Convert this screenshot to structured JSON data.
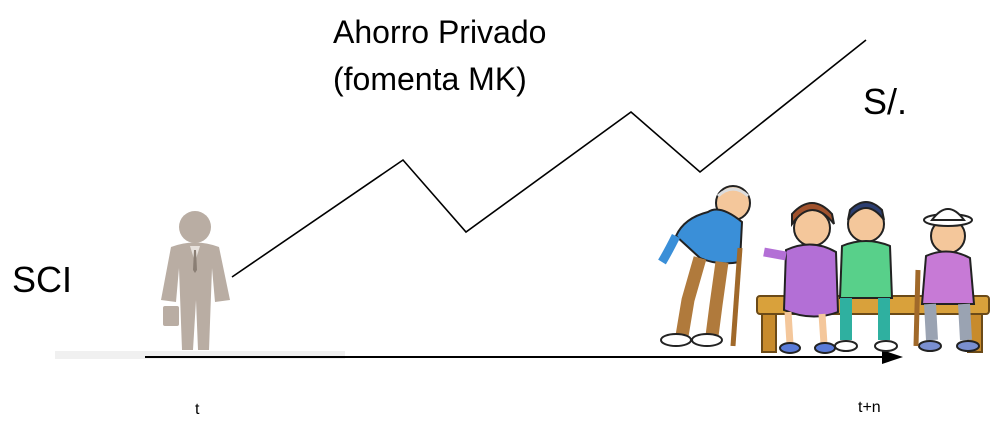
{
  "labels": {
    "savings_line1": "Ahorro Privado",
    "savings_line2": "(fomenta MK)",
    "currency": "S/.",
    "start_label": "SCI",
    "time_start": "t",
    "time_end": "t+n"
  },
  "figures": {
    "young_worker": "businessman-silhouette-icon",
    "retirees": "elderly-people-on-bench-illustration"
  },
  "colors": {
    "line": "#000000",
    "worker": "#b9ada3",
    "blue_shirt": "#3a8fd8",
    "purple_dress": "#b36fd6",
    "green_shirt": "#58d08a",
    "skin": "#f4c79b",
    "bench": "#d9a13b"
  }
}
